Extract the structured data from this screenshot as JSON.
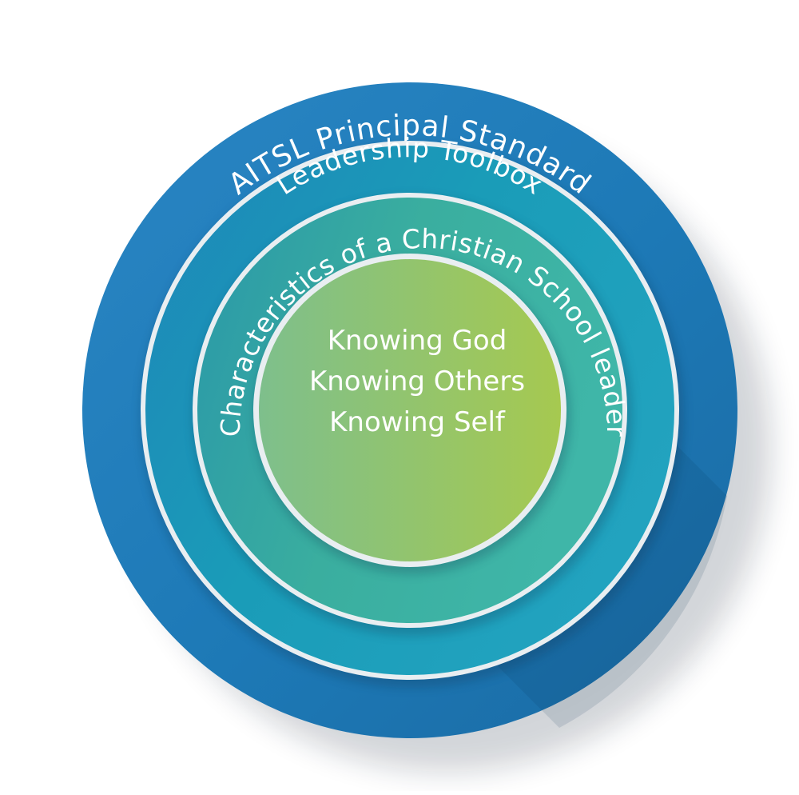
{
  "rings": {
    "outer_label": "AITSL Principal Standard",
    "second_label": "Leadership Toolbox",
    "third_label": "Characteristics of a Christian School leader"
  },
  "core": {
    "line1": "Knowing God",
    "line2": "Knowing Others",
    "line3": "Knowing Self"
  },
  "colors": {
    "outer_ring": "#1d7bb8",
    "second_ring": "#1b9ab8",
    "third_ring": "#2fa8a8",
    "core_light": "#7fc08a",
    "core_dark": "#a2c854",
    "separator": "#e8eef0",
    "text": "#ffffff"
  }
}
